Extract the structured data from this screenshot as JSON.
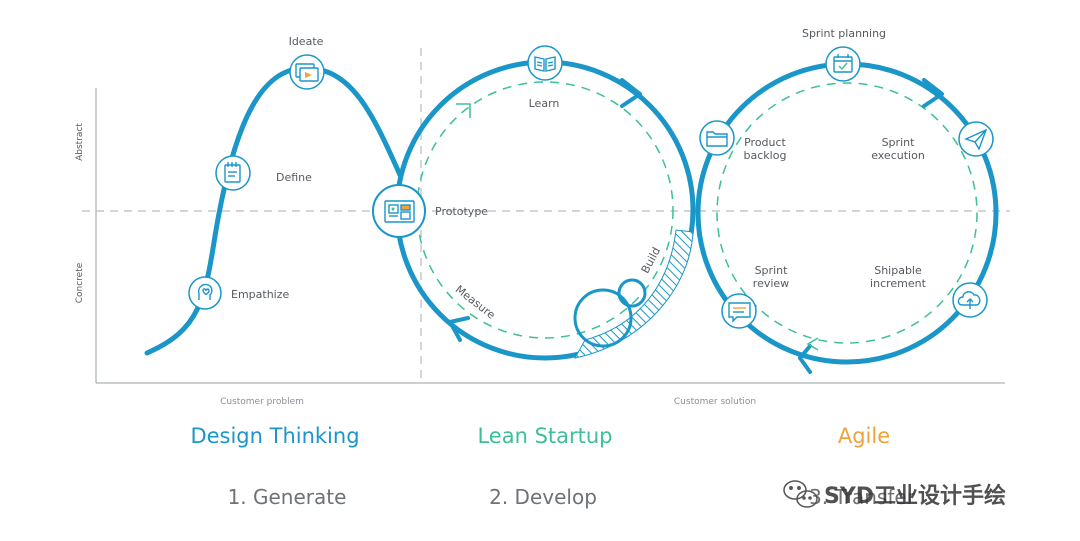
{
  "axes": {
    "y_top": "Abstract",
    "y_bottom": "Concrete",
    "x_left": "Customer problem",
    "x_right": "Customer solution"
  },
  "design_thinking": {
    "title": "Design Thinking",
    "stage": "1. Generate",
    "color": "#1a96c8",
    "nodes": {
      "empathize": "Empathize",
      "define": "Define",
      "ideate": "Ideate",
      "prototype": "Prototype"
    }
  },
  "lean_startup": {
    "title": "Lean Startup",
    "stage": "2. Develop",
    "color": "#3dbf9a",
    "nodes": {
      "learn": "Learn",
      "build": "Build",
      "measure": "Measure"
    }
  },
  "agile": {
    "title": "Agile",
    "stage": "3. Transfer",
    "color": "#f0a23c",
    "nodes": {
      "sprint_planning": "Sprint planning",
      "product_backlog_1": "Product",
      "product_backlog_2": "backlog",
      "sprint_execution_1": "Sprint",
      "sprint_execution_2": "execution",
      "sprint_review_1": "Sprint",
      "sprint_review_2": "review",
      "shipable_increment_1": "Shipable",
      "shipable_increment_2": "increment"
    }
  },
  "watermark": "SYD工业设计手绘",
  "icons": {
    "empathize": "head-heart-icon",
    "define": "notepad-icon",
    "ideate": "idea-cards-icon",
    "prototype": "wireframe-icon",
    "learn": "open-book-icon",
    "product_backlog": "folder-icon",
    "sprint_planning": "calendar-icon",
    "sprint_execution": "paper-plane-icon",
    "sprint_review": "chat-bubble-icon",
    "shipable_increment": "cloud-upload-icon"
  }
}
